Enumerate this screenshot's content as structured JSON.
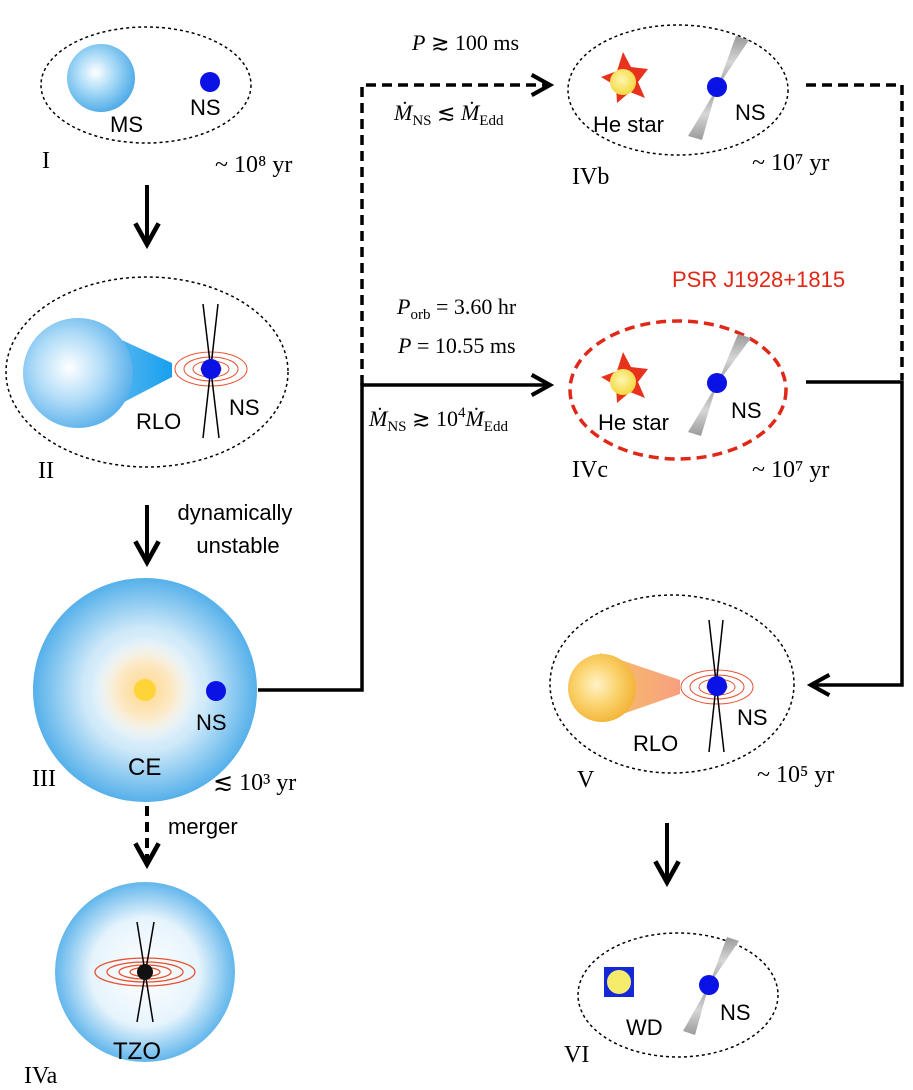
{
  "stages": {
    "I": {
      "label": "I",
      "time": "~ 10⁸ yr",
      "star": "MS",
      "compact": "NS"
    },
    "II": {
      "label": "II",
      "rlo": "RLO",
      "compact": "NS"
    },
    "III": {
      "label": "III",
      "time": "≲ 10³ yr",
      "envelope": "CE",
      "compact": "NS"
    },
    "IVa": {
      "label": "IVa",
      "object": "TZO"
    },
    "IVb": {
      "label": "IVb",
      "time": "~ 10⁷ yr",
      "star": "He star",
      "compact": "NS"
    },
    "IVc": {
      "label": "IVc",
      "time": "~ 10⁷ yr",
      "star": "He star",
      "compact": "NS",
      "pulsar_name": "PSR J1928+1815"
    },
    "V": {
      "label": "V",
      "time": "~ 10⁵ yr",
      "rlo": "RLO",
      "compact": "NS"
    },
    "VI": {
      "label": "VI",
      "star": "WD",
      "compact": "NS"
    }
  },
  "transitions": {
    "II_to_III": "dynamically unstable",
    "III_to_IVa": "merger",
    "to_IVb_period": "P ≳ 100 ms",
    "to_IVb_accretion": "Ṁ_NS ≲ Ṁ_Edd",
    "to_IVc_orbital_period": "P_orb = 3.60 hr",
    "to_IVc_spin_period": "P = 10.55 ms",
    "to_IVc_accretion": "Ṁ_NS ≳ 10⁴ Ṁ_Edd"
  },
  "colors": {
    "ms_star": "#5ab4ec",
    "neutron_star": "#0a12e6",
    "he_star_spike": "#e8321e",
    "he_star_core": "#f6e24c",
    "pulsar_label": "#e02818",
    "wd_border": "#1428d8",
    "wd_fill": "#f6ec6c",
    "disk": "#e65030",
    "giant_donor": "#f6c040"
  }
}
